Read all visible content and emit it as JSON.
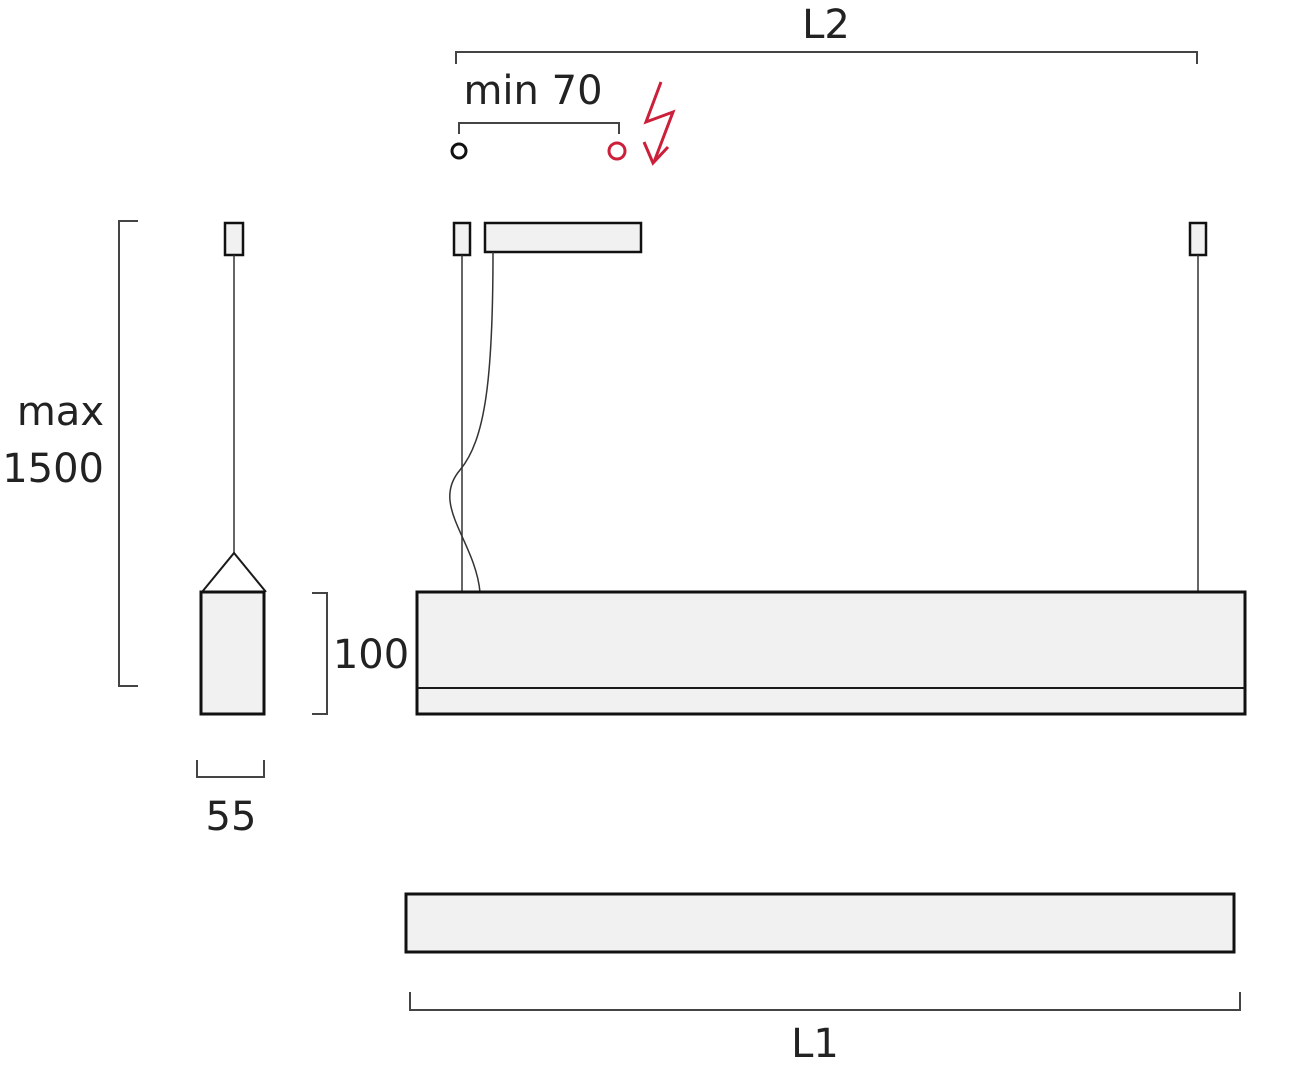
{
  "labels": {
    "l2": "L2",
    "min_spacing": "min 70",
    "max_height_line1": "max",
    "max_height_line2": "1500",
    "height": "100",
    "width": "55",
    "l1": "L1"
  },
  "colors": {
    "line": "#1a1a1a",
    "accent": "#cc1f3a",
    "fill": "#f1f1f1"
  },
  "icons": {
    "power_supply": "lightning-bolt-icon"
  }
}
